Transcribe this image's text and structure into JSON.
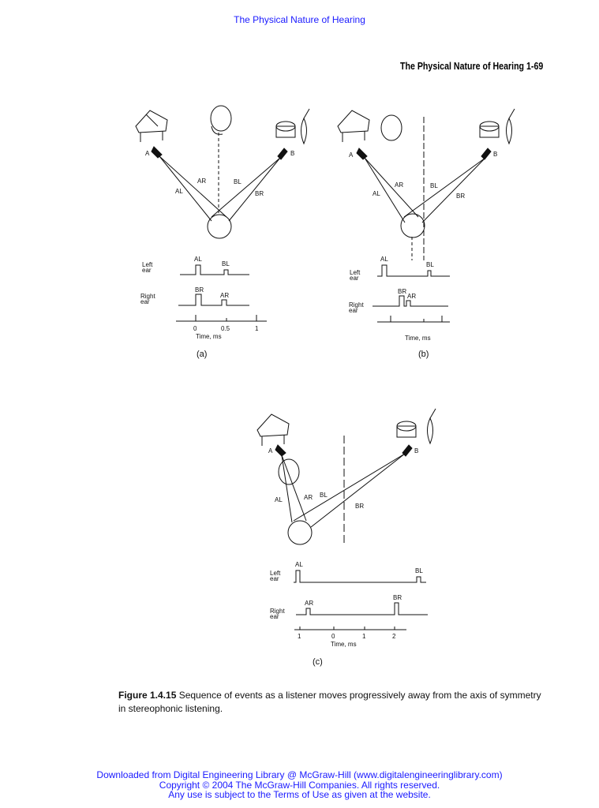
{
  "header": {
    "top_link": "The Physical Nature of Hearing",
    "running_head": "The Physical Nature of Hearing 1-69"
  },
  "figure": {
    "panel_a": {
      "label": "(a)",
      "speaker_a": "A",
      "speaker_b": "B",
      "path_al": "AL",
      "path_ar": "AR",
      "path_bl": "BL",
      "path_br": "BR",
      "left_ear": [
        "Left",
        "ear"
      ],
      "right_ear": [
        "Right",
        "ear"
      ],
      "pulse_al": "AL",
      "pulse_bl": "BL",
      "pulse_br": "BR",
      "pulse_ar": "AR",
      "ticks": [
        "0",
        "0.5",
        "1"
      ],
      "axis_label": "Time, ms"
    },
    "panel_b": {
      "label": "(b)",
      "speaker_a": "A",
      "speaker_b": "B",
      "path_al": "AL",
      "path_ar": "AR",
      "path_bl": "BL",
      "path_br": "BR",
      "left_ear": [
        "Left",
        "ear"
      ],
      "right_ear": [
        "Right",
        "ear"
      ],
      "pulse_al": "AL",
      "pulse_bl": "BL",
      "pulse_br": "BR",
      "pulse_ar": "AR",
      "axis_label": "Time, ms"
    },
    "panel_c": {
      "label": "(c)",
      "speaker_a": "A",
      "speaker_b": "B",
      "path_al": "AL",
      "path_ar": "AR",
      "path_bl": "BL",
      "path_br": "BR",
      "left_ear": [
        "Left",
        "ear"
      ],
      "right_ear": [
        "Right",
        "ear"
      ],
      "pulse_al": "AL",
      "pulse_bl": "BL",
      "pulse_br": "BR",
      "pulse_ar": "AR",
      "ticks": [
        "1",
        "0",
        "1",
        "2"
      ],
      "axis_label": "Time, ms"
    }
  },
  "caption": {
    "figure_number": "Figure 1.4.15",
    "text": " Sequence of events as a listener moves progressively away from the axis of symmetry in stereophonic listening."
  },
  "footer": {
    "line1": "Downloaded from Digital Engineering Library @ McGraw-Hill (www.digitalengineeringlibrary.com)",
    "line2": "Copyright © 2004 The McGraw-Hill Companies. All rights reserved.",
    "line3": "Any use is subject to the Terms of Use as given at the website."
  },
  "colors": {
    "link": "#1a1aff",
    "text": "#111111"
  }
}
